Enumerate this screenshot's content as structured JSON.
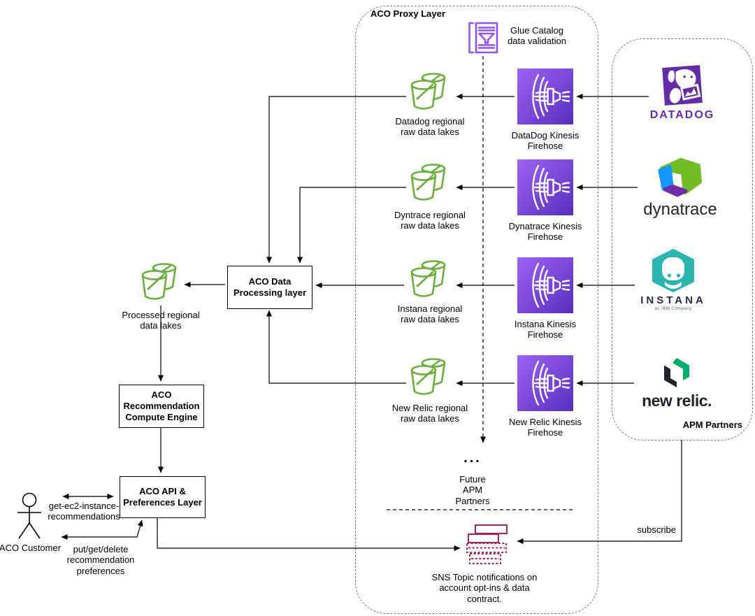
{
  "colors": {
    "s3_green": "#6CAE3E",
    "kinesis_purple_light": "#9D63F2",
    "kinesis_purple_dark": "#5A2EBE",
    "glue_purple": "#9254EC",
    "sns_crimson": "#A3255C",
    "datadog_purple": "#632CA6",
    "dynatrace_green": "#73BE28",
    "dynatrace_blue": "#1496FF",
    "dynatrace_purple": "#6F2DA8",
    "dynatrace_text": "#252525",
    "instana_teal": "#2BB5AE",
    "instana_navy": "#1D2C4C",
    "newrelic_green": "#00AC69",
    "newrelic_dark": "#1D252C"
  },
  "containers": {
    "proxy": {
      "title": "ACO Proxy Layer"
    },
    "apm": {
      "title": "APM Partners"
    }
  },
  "glue": {
    "label": "Glue Catalog\ndata validation"
  },
  "rows": [
    {
      "bucket": "Datadog regional\nraw data lakes",
      "firehose": "DataDog Kinesis\nFirehose"
    },
    {
      "bucket": "Dyntrace regional\nraw data lakes",
      "firehose": "Dynatrace Kinesis\nFirehose"
    },
    {
      "bucket": "Instana regional\nraw data lakes",
      "firehose": "Instana Kinesis\nFirehose"
    },
    {
      "bucket": "New Relic regional\nraw data lakes",
      "firehose": "New Relic Kinesis\nFirehose"
    }
  ],
  "logos": {
    "datadog": "DATADOG",
    "dynatrace": "dynatrace",
    "instana": "INSTANA",
    "instana_sub": "an IBM Company",
    "newrelic": "new relic."
  },
  "nodes": {
    "processed": "Processed regional\ndata lakes",
    "data_processing": "ACO Data\nProcessing layer",
    "compute": "ACO\nRecommendation\nCompute Engine",
    "api": "ACO API &\nPreferences Layer",
    "customer": "ACO Customer",
    "sns": "SNS Topic notifications on\naccount opt-ins & data\ncontract.",
    "future_dots": "...",
    "future": "Future\nAPM\nPartners"
  },
  "edge_labels": {
    "get": "get-ec2-instance-\nrecommendations",
    "put": "put/get/delete\nrecommendation\npreferences",
    "subscribe": "subscribe"
  }
}
